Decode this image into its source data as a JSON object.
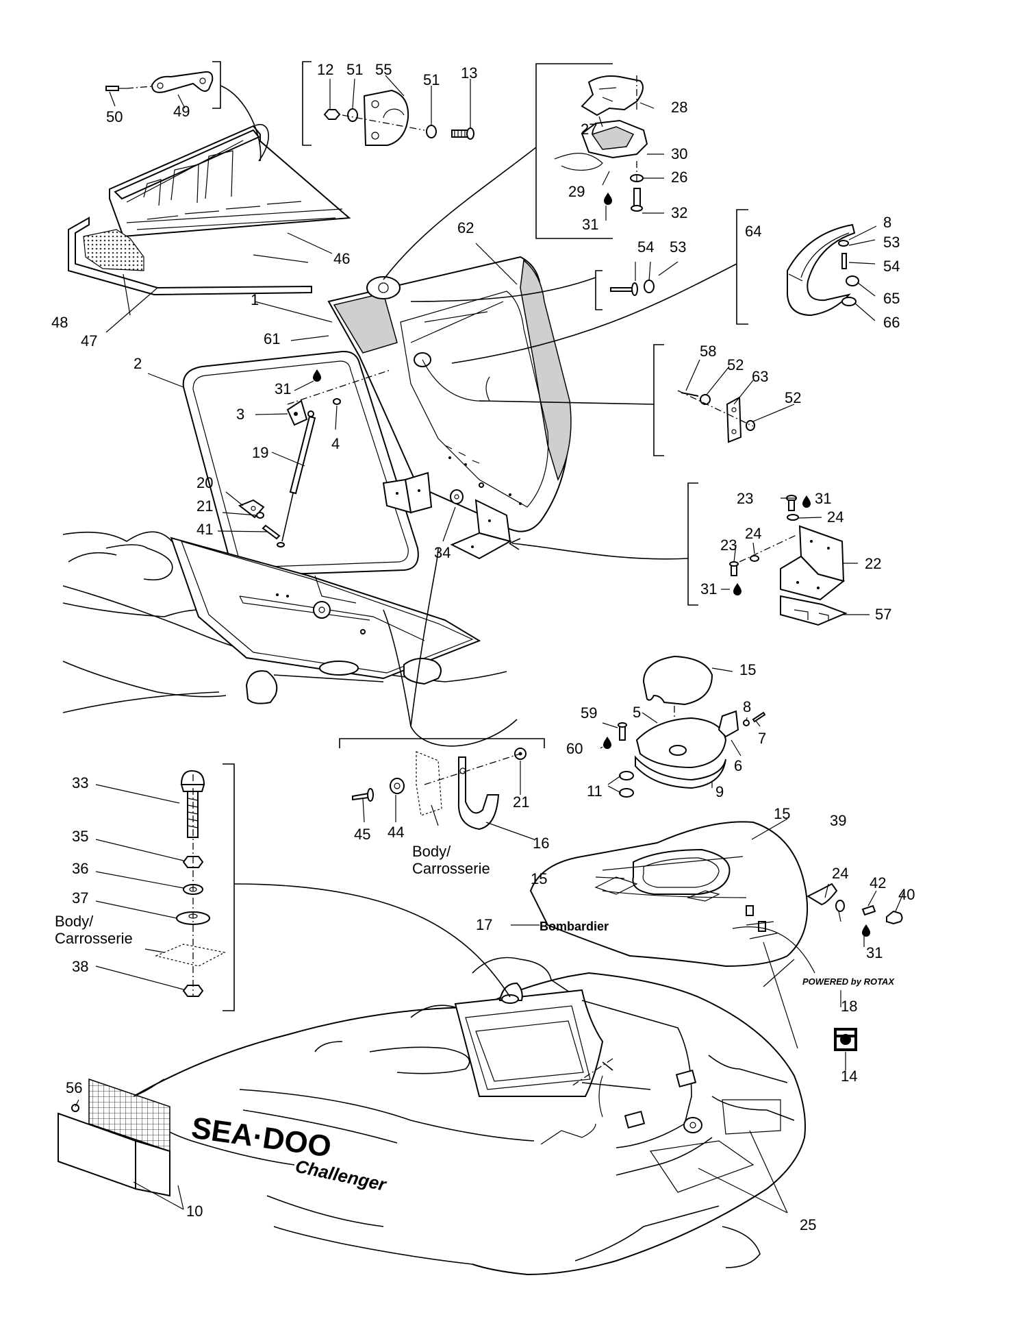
{
  "parts": {
    "p1": "1",
    "p2": "2",
    "p3": "3",
    "p4": "4",
    "p5": "5",
    "p6": "6",
    "p7": "7",
    "p8a": "8",
    "p8b": "8",
    "p9": "9",
    "p10": "10",
    "p11": "11",
    "p12": "12",
    "p13": "13",
    "p14": "14",
    "p15a": "15",
    "p15b": "15",
    "p15c": "15",
    "p16": "16",
    "p17": "17",
    "p18": "18",
    "p19": "19",
    "p20": "20",
    "p21a": "21",
    "p21b": "21",
    "p22": "22",
    "p23a": "23",
    "p23b": "23",
    "p24a": "24",
    "p24b": "24",
    "p24c": "24",
    "p25": "25",
    "p26": "26",
    "p27": "27",
    "p28": "28",
    "p29": "29",
    "p30": "30",
    "p31a": "31",
    "p31b": "31",
    "p31c": "31",
    "p31d": "31",
    "p31e": "31",
    "p32": "32",
    "p33": "33",
    "p34": "34",
    "p35": "35",
    "p36": "36",
    "p37": "37",
    "p38": "38",
    "p39": "39",
    "p40": "40",
    "p41": "41",
    "p42": "42",
    "p44": "44",
    "p45": "45",
    "p46": "46",
    "p47": "47",
    "p48": "48",
    "p49": "49",
    "p50": "50",
    "p51a": "51",
    "p51b": "51",
    "p52a": "52",
    "p52b": "52",
    "p53a": "53",
    "p53b": "53",
    "p54a": "54",
    "p54b": "54",
    "p55": "55",
    "p56": "56",
    "p57": "57",
    "p58": "58",
    "p59": "59",
    "p60": "60",
    "p61": "61",
    "p62": "62",
    "p63": "63",
    "p64": "64",
    "p65": "65",
    "p66": "66"
  },
  "notes": {
    "body_a_line1": "Body/",
    "body_a_line2": "Carrosserie",
    "body_b_line1": "Body/",
    "body_b_line2": "Carrosserie"
  },
  "decals": {
    "bombardier": "Bombardier",
    "powered_by": "POWERED by ROTAX",
    "seadoo": "SEA·DOO",
    "model": "Challenger"
  },
  "icons": {
    "drop": "loctite-drop-icon",
    "square_decal": "brand-square-decal-icon"
  },
  "colors": {
    "line": "#000000",
    "shade": "#cfcfcf",
    "background": "#ffffff"
  }
}
